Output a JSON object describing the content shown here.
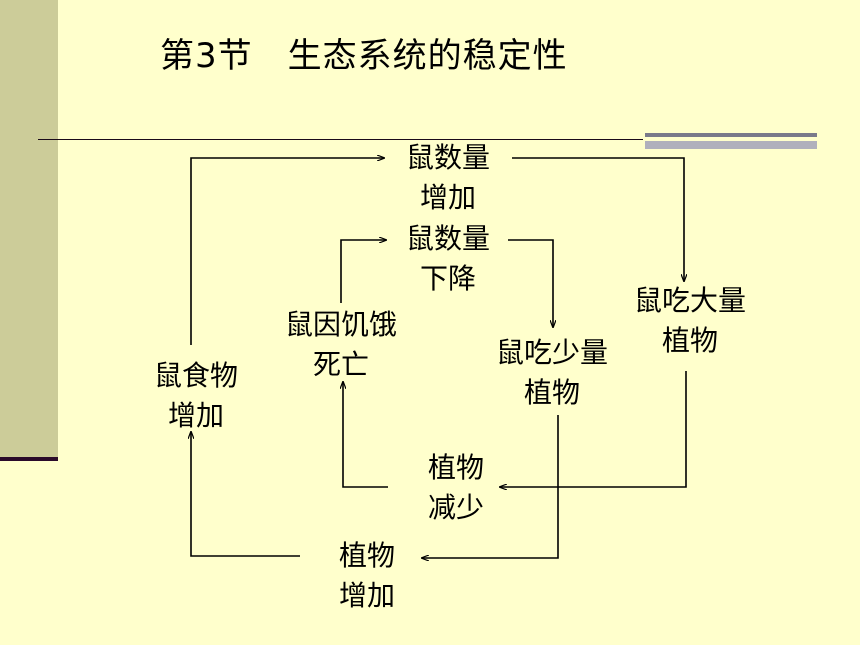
{
  "slide": {
    "title": "第3节　生态系统的稳定性"
  },
  "diagram": {
    "nodes": {
      "rat_increase": [
        "鼠数量",
        "增加"
      ],
      "rat_decrease": [
        "鼠数量",
        "下降"
      ],
      "rat_eat_much": [
        "鼠吃大量",
        "植物"
      ],
      "rat_starve": [
        "鼠因饥饿",
        "死亡"
      ],
      "rat_eat_little": [
        "鼠吃少量",
        "植物"
      ],
      "rat_food_increase": [
        "鼠食物",
        "增加"
      ],
      "plant_decrease": [
        "植物",
        "减少"
      ],
      "plant_increase": [
        "植物",
        "增加"
      ]
    }
  },
  "colors": {
    "background": "#ffffcc",
    "sidebar": "#cccc99",
    "lines": "#000000"
  }
}
